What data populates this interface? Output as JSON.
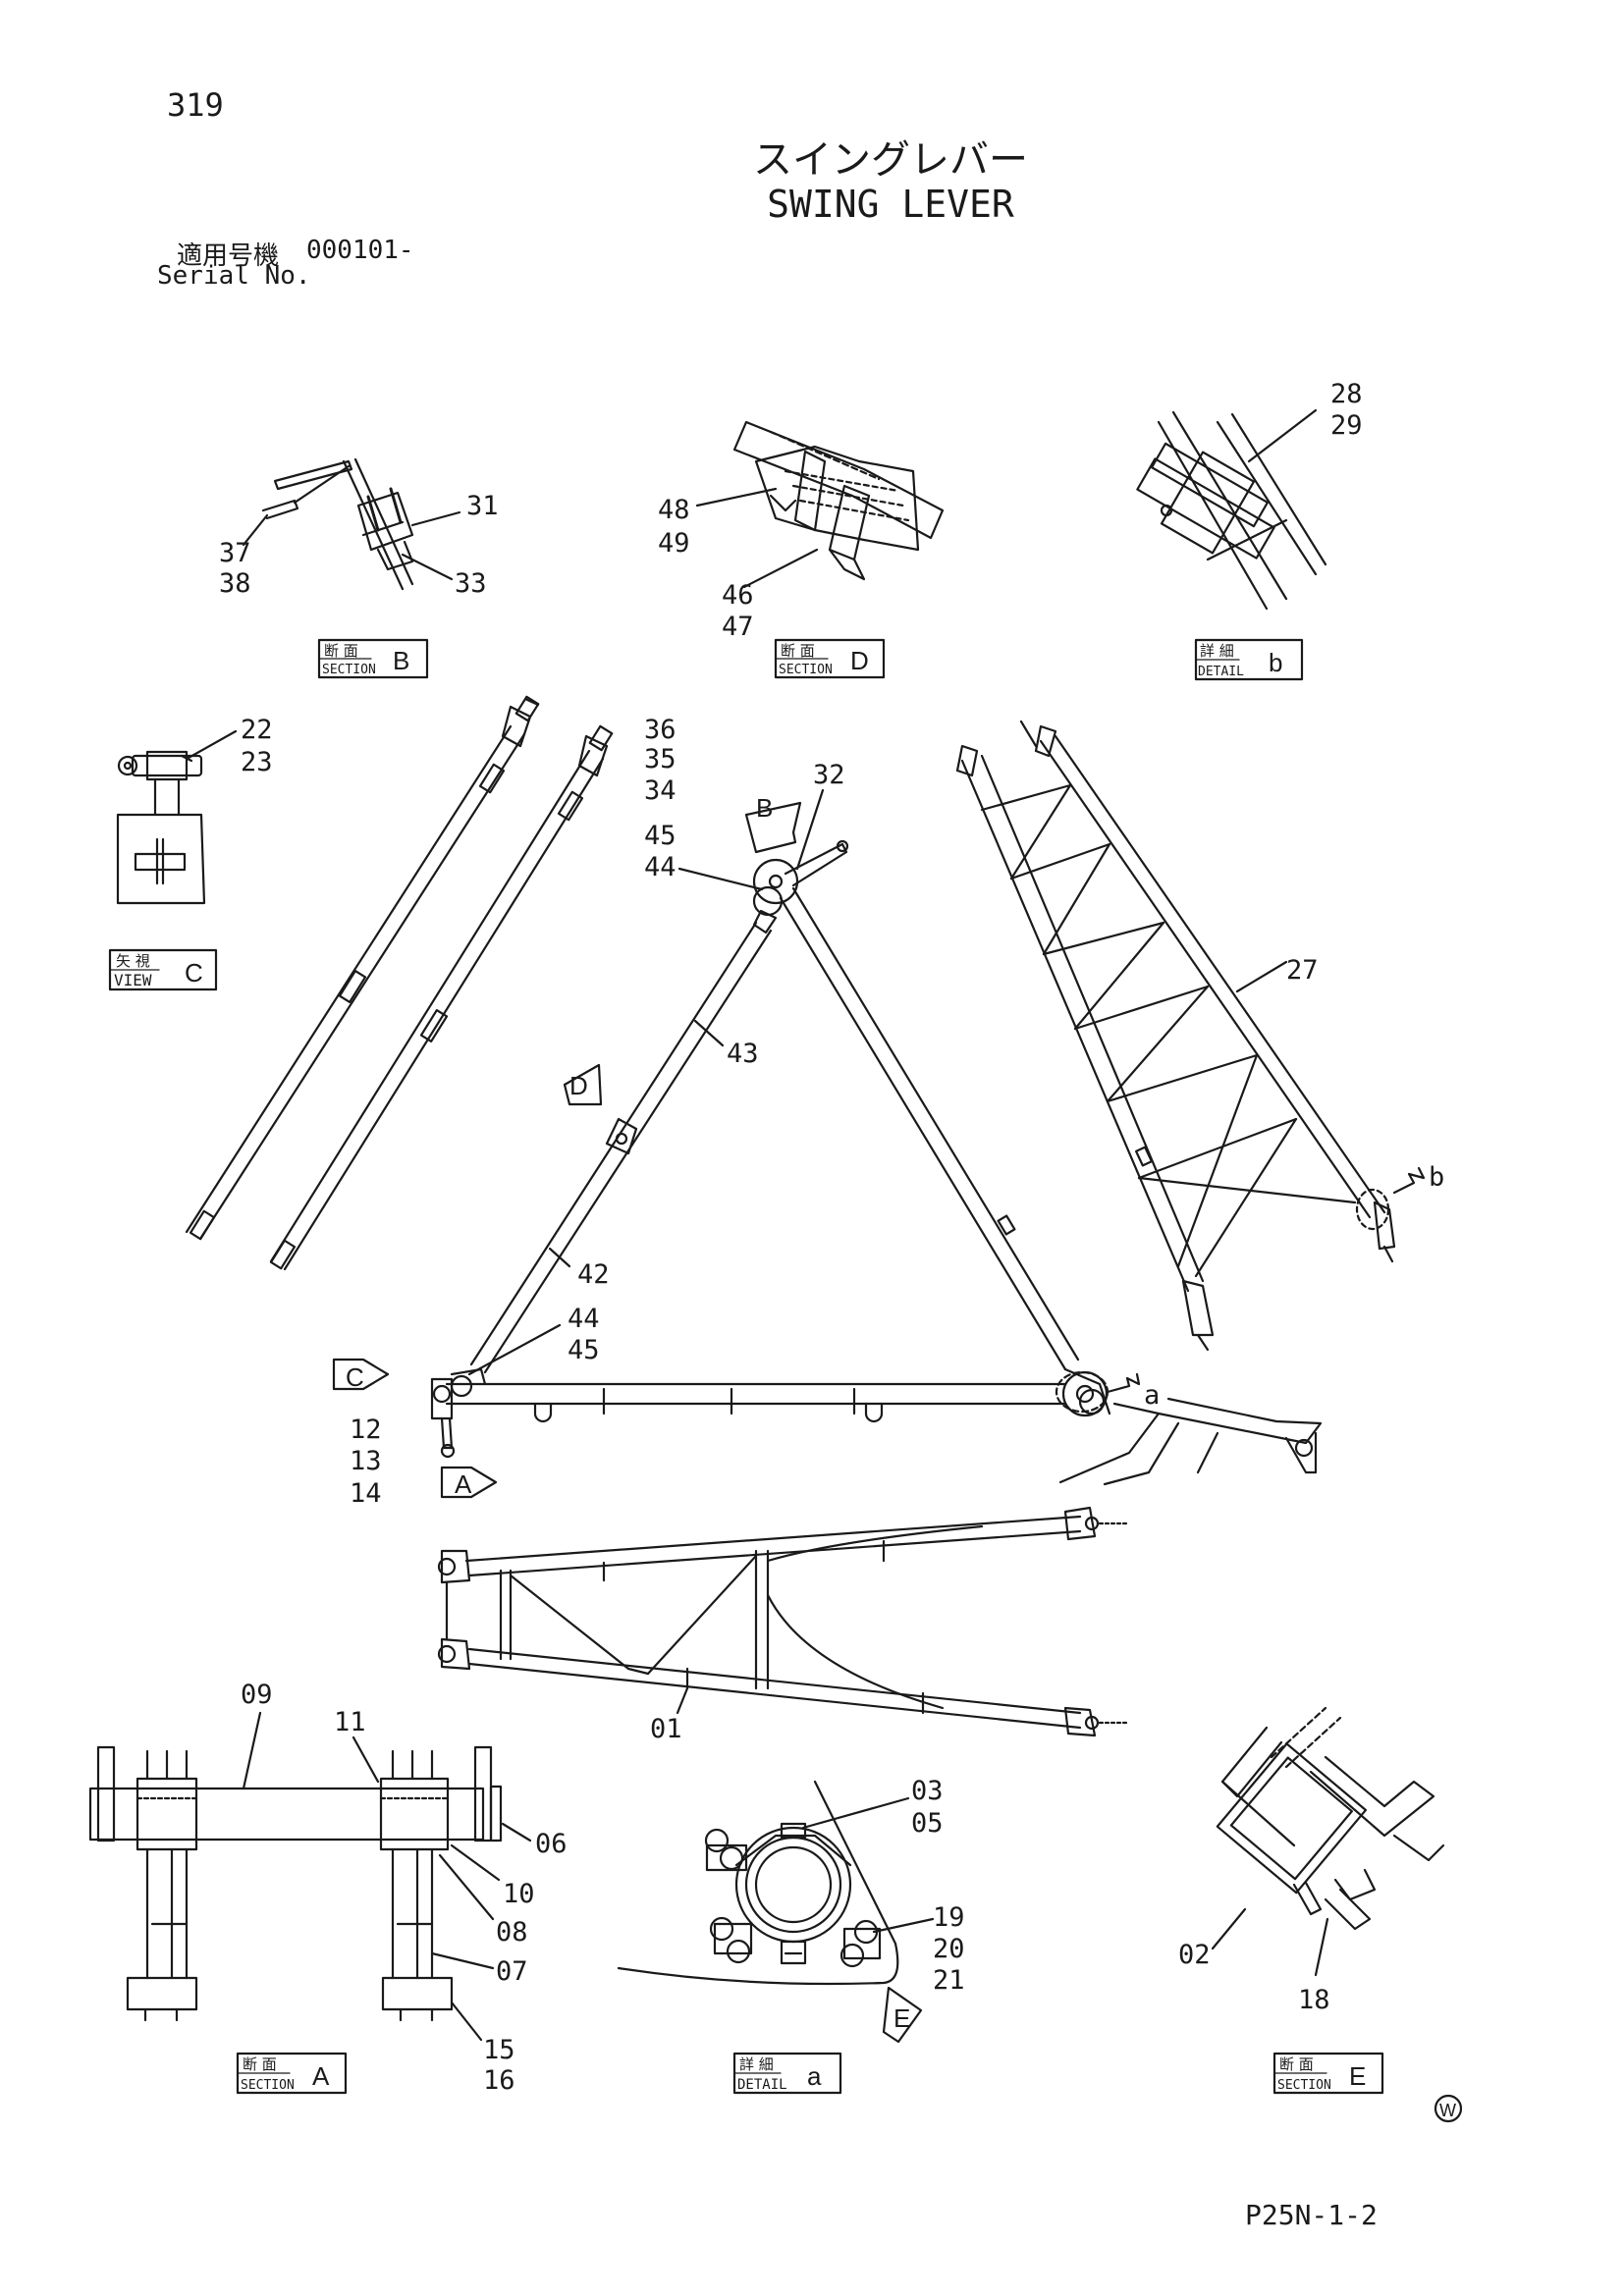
{
  "header": {
    "page_number": "319",
    "title_jp": "スイングレバー",
    "title_en": "SWING LEVER",
    "serial_label_jp": "適用号機",
    "serial_value": "000101-",
    "serial_label_en": "Serial No."
  },
  "footer": {
    "drawing_code": "P25N-1-2",
    "mark": "W"
  },
  "view_tags": {
    "section_b": {
      "jp": "断 面",
      "en": "SECTION",
      "letter": "B"
    },
    "section_d": {
      "jp": "断 面",
      "en": "SECTION",
      "letter": "D"
    },
    "detail_b": {
      "jp": "詳 細",
      "en": "DETAIL",
      "letter": "b"
    },
    "view_c": {
      "jp": "矢 視",
      "en": "VIEW",
      "letter": "C"
    },
    "section_a": {
      "jp": "断 面",
      "en": "SECTION",
      "letter": "A"
    },
    "detail_a": {
      "jp": "詳 細",
      "en": "DETAIL",
      "letter": "a"
    },
    "section_e": {
      "jp": "断 面",
      "en": "SECTION",
      "letter": "E"
    }
  },
  "view_arrows": {
    "b": "B",
    "d": "D",
    "c": "C",
    "a": "A",
    "e": "E"
  },
  "detail_callouts": {
    "b": "b",
    "a": "a"
  },
  "part_labels": {
    "p31": "31",
    "p33": "33",
    "p37": "37",
    "p38": "38",
    "p48": "48",
    "p49": "49",
    "p46": "46",
    "p47": "47",
    "p28": "28",
    "p29": "29",
    "p22": "22",
    "p23": "23",
    "p36": "36",
    "p35": "35",
    "p34": "34",
    "p45": "45",
    "p44": "44",
    "p32": "32",
    "p43": "43",
    "p42": "42",
    "p27": "27",
    "p44b": "44",
    "p45b": "45",
    "p12": "12",
    "p13": "13",
    "p14": "14",
    "p01": "01",
    "p09": "09",
    "p11": "11",
    "p06": "06",
    "p10": "10",
    "p08": "08",
    "p07": "07",
    "p15": "15",
    "p16": "16",
    "p03": "03",
    "p05": "05",
    "p19": "19",
    "p20": "20",
    "p21": "21",
    "p02": "02",
    "p18": "18"
  }
}
